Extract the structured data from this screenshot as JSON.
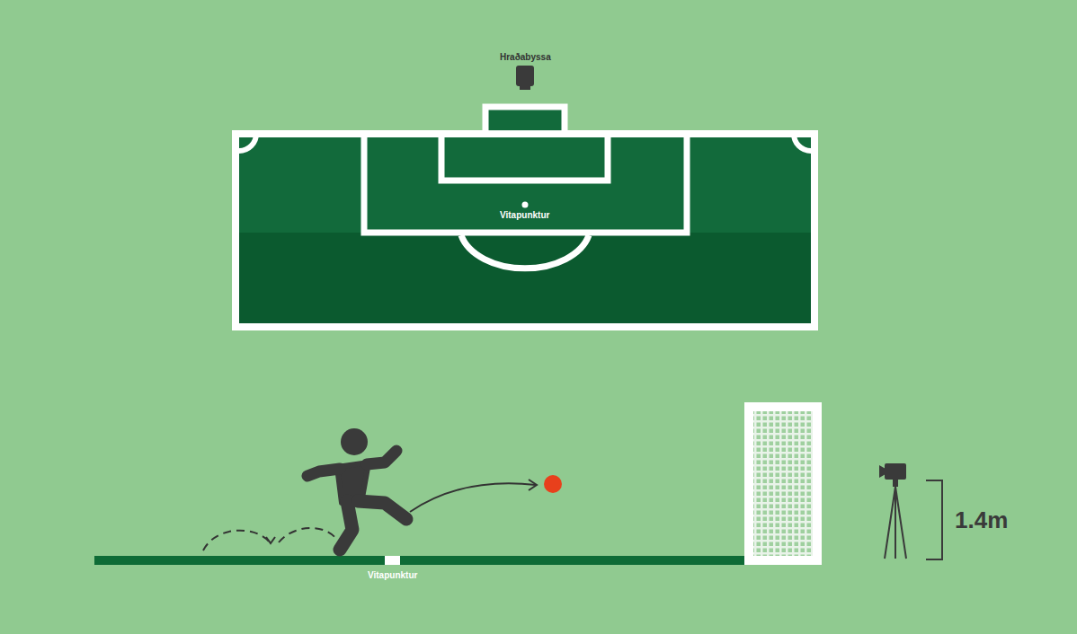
{
  "diagram": {
    "labels": [
      "Hraðabyssa",
      "Vitapunktur",
      "Vitapunktur",
      "1.4m"
    ]
  }
}
